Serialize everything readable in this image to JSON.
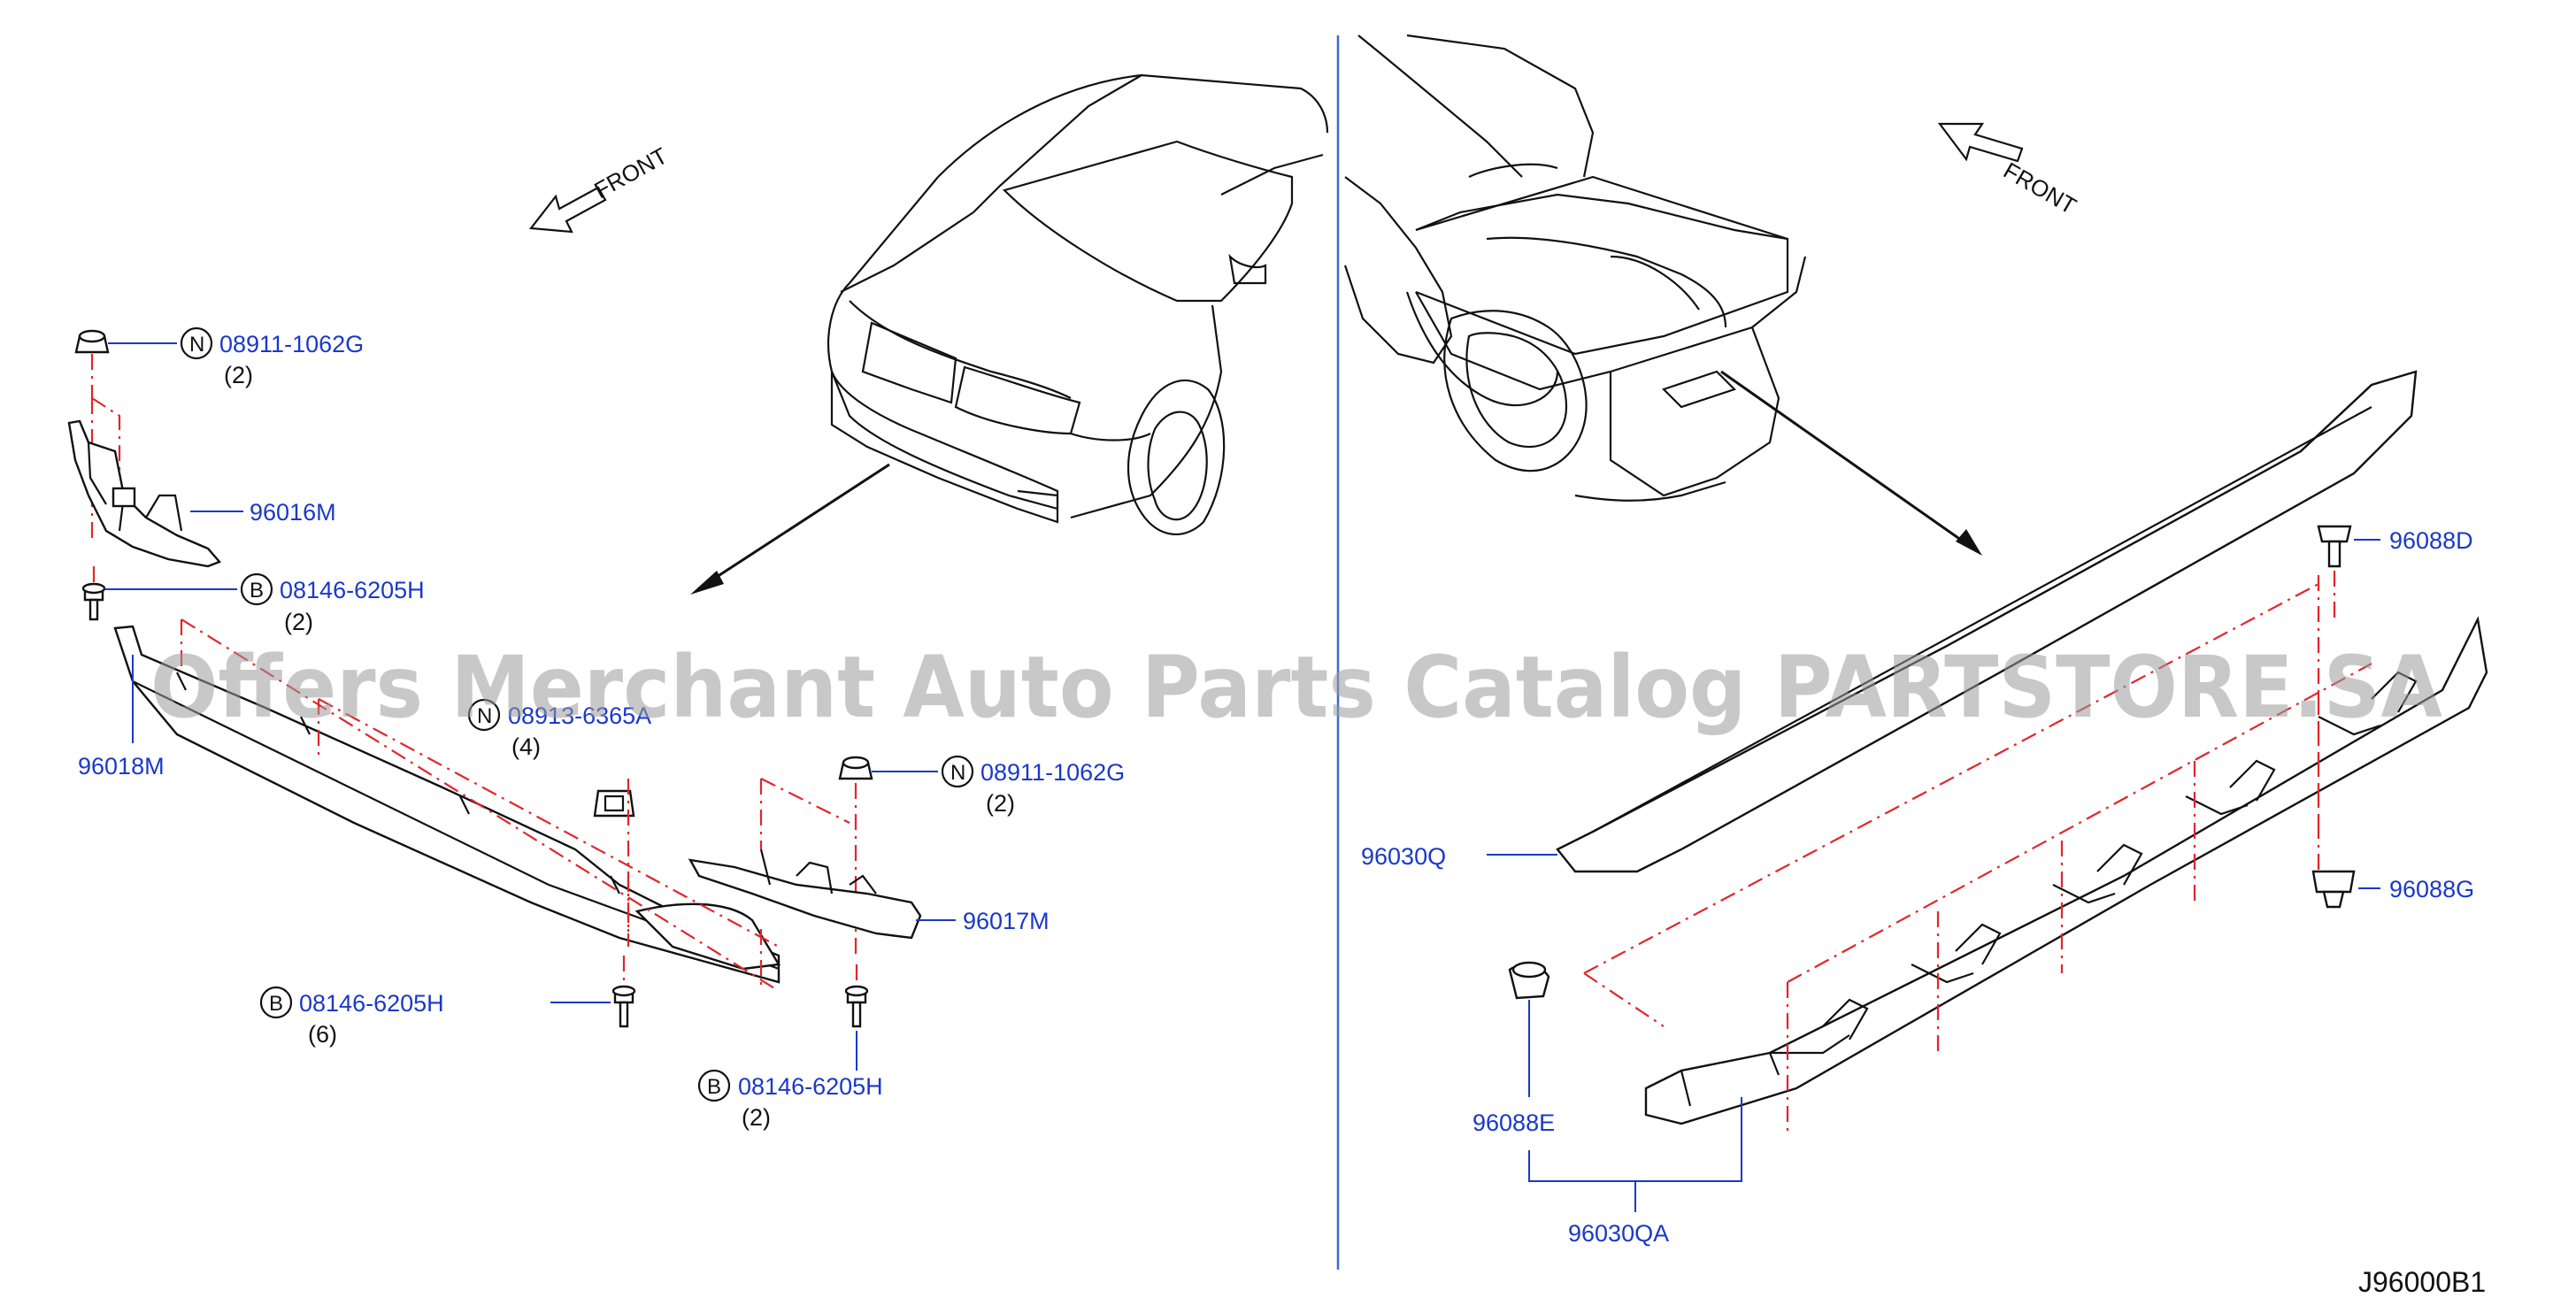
{
  "watermark": "Offers Merchant Auto Parts Catalog PARTSTORE.SA",
  "diagram_code": "J96000B1",
  "front_labels": [
    "FRONT",
    "FRONT"
  ],
  "callouts": [
    {
      "symbol": "N",
      "part": "08911-1062G",
      "qty": "(2)"
    },
    {
      "symbol": "",
      "part": "96016M",
      "qty": ""
    },
    {
      "symbol": "B",
      "part": "08146-6205H",
      "qty": "(2)"
    },
    {
      "symbol": "",
      "part": "96018M",
      "qty": ""
    },
    {
      "symbol": "N",
      "part": "08913-6365A",
      "qty": "(4)"
    },
    {
      "symbol": "N",
      "part": "08911-1062G",
      "qty": "(2)"
    },
    {
      "symbol": "",
      "part": "96017M",
      "qty": ""
    },
    {
      "symbol": "B",
      "part": "08146-6205H",
      "qty": "(6)"
    },
    {
      "symbol": "B",
      "part": "08146-6205H",
      "qty": "(2)"
    },
    {
      "symbol": "",
      "part": "96088D",
      "qty": ""
    },
    {
      "symbol": "",
      "part": "96030Q",
      "qty": ""
    },
    {
      "symbol": "",
      "part": "96088G",
      "qty": ""
    },
    {
      "symbol": "",
      "part": "96088E",
      "qty": ""
    },
    {
      "symbol": "",
      "part": "96030QA",
      "qty": ""
    }
  ],
  "colors": {
    "callout_text": "#1a39c9",
    "dash_lines": "#e0262b",
    "divider": "#3c6ad3",
    "linework": "#111111"
  }
}
